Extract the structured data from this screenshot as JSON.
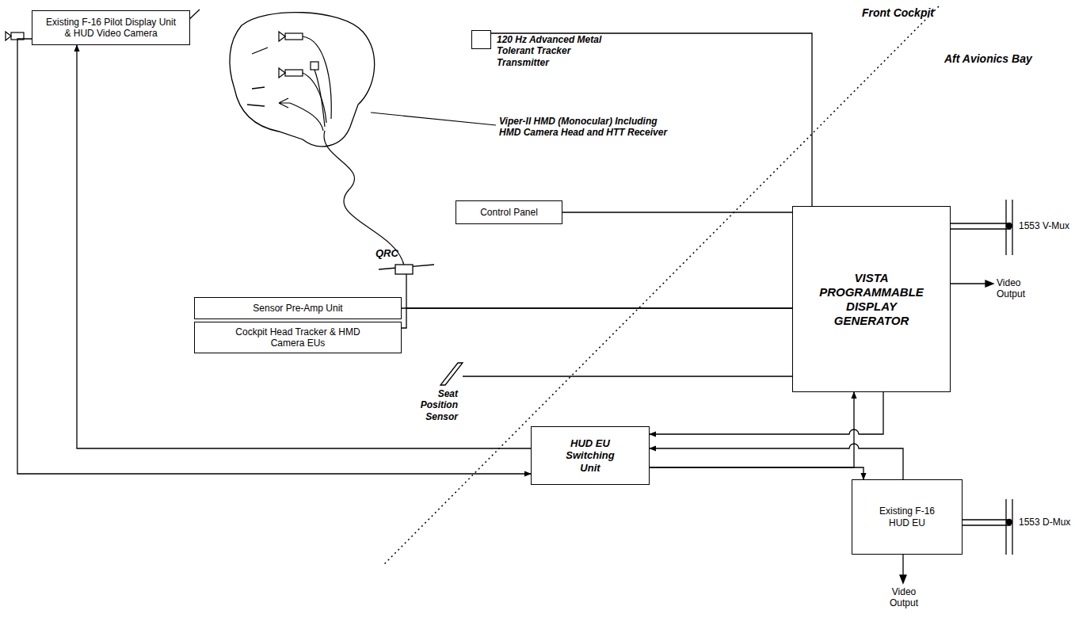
{
  "diagram": {
    "nodes": [
      {
        "text": [
          "Existing F-16 Pilot Display Unit & HUD Video Camera"
        ]
      },
      {
        "text": [
          "120 Hz Advanced Metal Tolerant Tracker Transmitter"
        ]
      },
      {
        "text": [
          "Control Panel"
        ]
      },
      {
        "text": [
          "Sensor Pre-Amp Unit"
        ]
      },
      {
        "text": [
          "Cockpit Head Tracker & HMD Camera EUs"
        ]
      },
      {
        "text": [
          "VISTA PROGRAMMABLE DISPLAY GENERATOR"
        ]
      },
      {
        "text": [
          "HUD EU Switching Unit"
        ]
      },
      {
        "text": [
          "Existing F-16 HUD EU"
        ]
      }
    ],
    "edges": [
      {
        "from": 1,
        "to": 5,
        "arrow": "none"
      },
      {
        "from": 2,
        "to": 5,
        "arrow": "none"
      },
      {
        "from": 3,
        "to": 5,
        "arrow": "none"
      },
      {
        "from": 4,
        "to": 5,
        "arrow": "none"
      },
      {
        "from": 0,
        "to": 6,
        "arrow": "to"
      },
      {
        "from": 6,
        "to": 0,
        "arrow": "to"
      },
      {
        "from": 5,
        "to": 6,
        "arrow": "to"
      },
      {
        "from": 7,
        "to": 6,
        "arrow": "to"
      },
      {
        "from": 6,
        "to": 5,
        "arrow": "to"
      },
      {
        "from": 6,
        "to": 7,
        "arrow": "to"
      }
    ],
    "labels": [
      "Front Cockpit",
      "Aft Avionics Bay",
      "Viper-II HMD (Monocular) Including HMD Camera Head and HTT Receiver",
      "QRC",
      "Seat Position Sensor",
      "1553 V-Mux",
      "Video Output",
      "1553 D-Mux",
      "Video Output"
    ]
  }
}
